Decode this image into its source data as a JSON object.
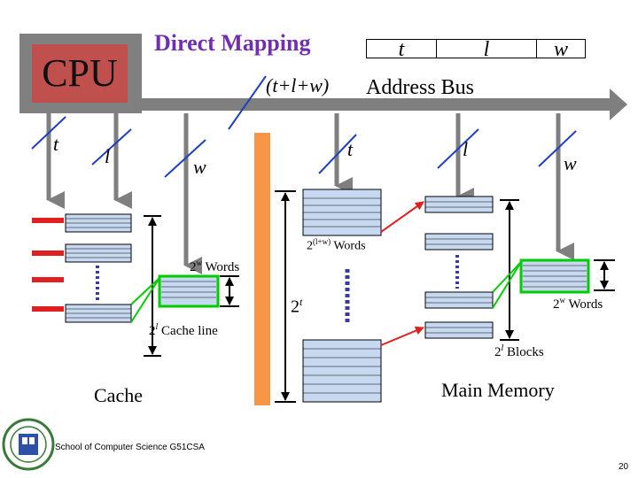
{
  "title": "Direct Mapping",
  "cpu_label": "CPU",
  "address_fields": {
    "tag": "t",
    "line": "l",
    "word": "w"
  },
  "bus": {
    "width_label": "(t+l+w)",
    "label": "Address Bus"
  },
  "bus_taps": {
    "cache_tag": "t",
    "cache_line": "l",
    "cache_word": "w",
    "mem_tag": "t",
    "mem_line": "l",
    "mem_word": "w"
  },
  "labels": {
    "block_words_base": "2",
    "block_words_exp": "(l+w)",
    "block_words_suffix": " Words",
    "cache_words_base": "2",
    "cache_words_exp": "w",
    "cache_words_suffix": " Words",
    "tag_count_base": "2",
    "tag_count_exp": "t",
    "line_count_base": "2",
    "line_count_exp": "l",
    "line_count_suffix": " Cache line",
    "mem_words_base": "2",
    "mem_words_exp": "w",
    "mem_words_suffix": " Words",
    "blocks_base": "2",
    "blocks_exp": "l",
    "blocks_suffix": " Blocks",
    "cache": "Cache",
    "main_memory": "Main Memory"
  },
  "footer": {
    "school": "School of Computer Science G51CSA",
    "page_number": "20"
  },
  "colors": {
    "title": "#6f2fb0",
    "cpu": "#c0504d",
    "frame": "#808080",
    "bus": "#7f7f7f",
    "memory_strip": "#f79646",
    "highlight": "#00cc00",
    "cell_fill": "#c6d9f1",
    "red": "#e02020",
    "mark": "#1f3fbf"
  }
}
